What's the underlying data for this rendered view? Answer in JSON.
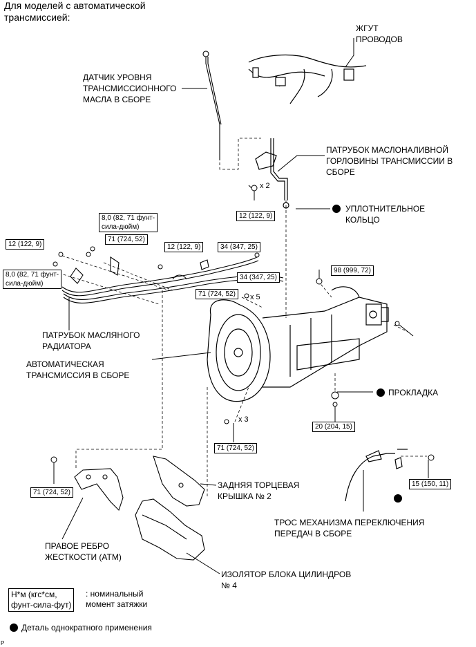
{
  "title": "Для моделей с автоматической\nтрансмиссией:",
  "labels": {
    "wire_harness": "ЖГУТ\nПРОВОДОВ",
    "level_gauge": "ДАТЧИК УРОВНЯ\nТРАНСМИССИОННОГО\nМАСЛА В СБОРЕ",
    "filler_pipe": "ПАТРУБОК МАСЛОНАЛИВНОЙ\nГОРЛОВИНЫ ТРАНСМИССИИ В\nСБОРЕ",
    "o_ring": "УПЛОТНИТЕЛЬНОЕ\nКОЛЬЦО",
    "cooler_pipe": "ПАТРУБОК МАСЛЯНОГО\nРАДИАТОРА",
    "transmission": "АВТОМАТИЧЕСКАЯ\nТРАНСМИССИЯ В СБОРЕ",
    "gasket": "ПРОКЛАДКА",
    "end_cover": "ЗАДНЯЯ ТОРЦЕВАЯ\nКРЫШКА № 2",
    "shift_cable": "ТРОС МЕХАНИЗМА ПЕРЕКЛЮЧЕНИЯ\nПЕРЕДАЧ В СБОРЕ",
    "stiffener": "ПРАВОЕ РЕБРО\nЖЕСТКОСТИ (АТМ)",
    "insulator": "ИЗОЛЯТОР БЛОКА ЦИЛИНДРОВ\n№ 4"
  },
  "torques": {
    "t_12_top": "12 (122, 9)",
    "t_8_top": "8,0 (82, 71 фунт-\nсила-дюйм)",
    "t_71_a": "71 (724, 52)",
    "t_12_left": "12 (122, 9)",
    "t_8_left": "8,0 (82, 71 фунт-\nсила-дюйм)",
    "t_12_mid": "12 (122, 9)",
    "t_34_a": "34 (347, 25)",
    "t_34_b": "34 (347, 25)",
    "t_98": "98 (999, 72)",
    "t_71_b": "71 (724, 52)",
    "t_20": "20 (204, 15)",
    "t_71_c": "71 (724, 52)",
    "t_71_d": "71 (724, 52)",
    "t_15": "15 (150, 11)"
  },
  "multipliers": {
    "x2": "x 2",
    "x5": "x 5",
    "x3": "x 3"
  },
  "legend": {
    "torque_unit": "Н*м (кгс*см,\nфунт-сила-фут)",
    "torque_desc": ": номинальный\nмомент затяжки",
    "single_use": "Деталь однократного применения"
  },
  "corner_mark": "P"
}
